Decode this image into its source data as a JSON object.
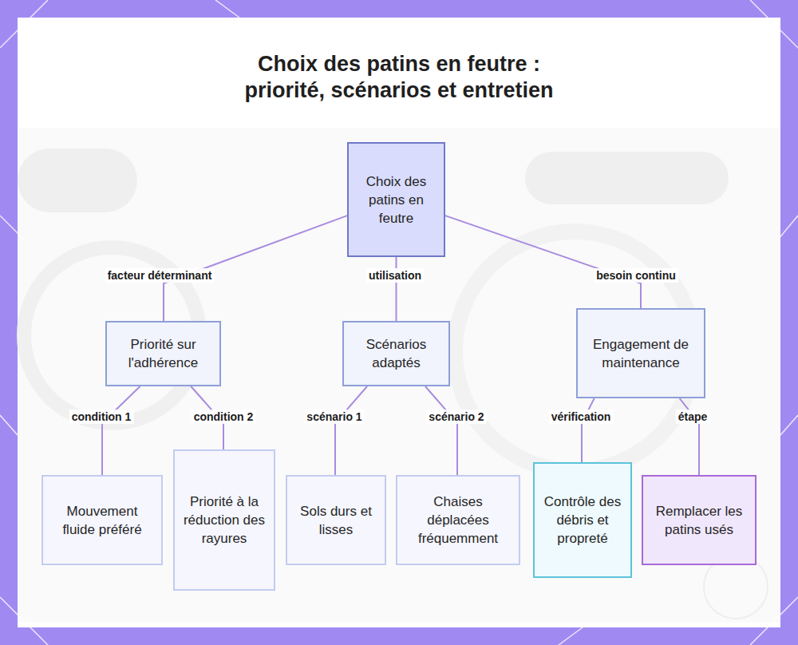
{
  "diagram": {
    "title": "Choix des patins en feutre : priorité, scénarios et entretien",
    "nodes": [
      {
        "text": [
          "Choix des patins en feutre"
        ]
      },
      {
        "text": [
          "Priorité sur l'adhérence"
        ]
      },
      {
        "text": [
          "Scénarios adaptés"
        ]
      },
      {
        "text": [
          "Engagement de maintenance"
        ]
      },
      {
        "text": [
          "Mouvement fluide préféré"
        ]
      },
      {
        "text": [
          "Priorité à la réduction des rayures"
        ]
      },
      {
        "text": [
          "Sols durs et lisses"
        ]
      },
      {
        "text": [
          "Chaises déplacées fréquemment"
        ]
      },
      {
        "text": [
          "Contrôle des débris et propreté"
        ]
      },
      {
        "text": [
          "Remplacer les patins usés"
        ]
      }
    ],
    "edges": [
      {
        "from": 0,
        "to": 1,
        "label": "facteur déterminant",
        "arrow": "none"
      },
      {
        "from": 0,
        "to": 2,
        "label": "utilisation",
        "arrow": "none"
      },
      {
        "from": 0,
        "to": 3,
        "label": "besoin continu",
        "arrow": "none"
      },
      {
        "from": 1,
        "to": 4,
        "label": "condition 1",
        "arrow": "none"
      },
      {
        "from": 1,
        "to": 5,
        "label": "condition 2",
        "arrow": "none"
      },
      {
        "from": 2,
        "to": 6,
        "label": "scénario 1",
        "arrow": "none"
      },
      {
        "from": 2,
        "to": 7,
        "label": "scénario 2",
        "arrow": "none"
      },
      {
        "from": 3,
        "to": 8,
        "label": "vérification",
        "arrow": "none"
      },
      {
        "from": 3,
        "to": 9,
        "label": "étape",
        "arrow": "none"
      }
    ]
  }
}
